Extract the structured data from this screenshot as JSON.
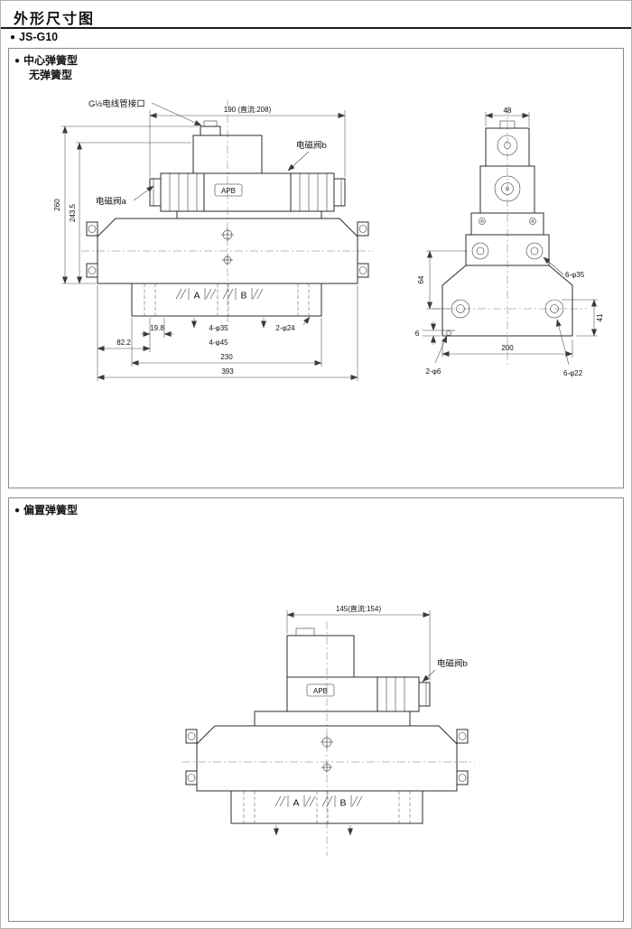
{
  "page": {
    "title": "外形尺寸图",
    "model": "JS-G10",
    "bullet": "●"
  },
  "s1": {
    "label1": "中心弹簧型",
    "label2": "无弹簧型",
    "front": {
      "conduit_label": "G½电线管接口",
      "dim_width": "190 (直流:208)",
      "solenoid_a": "电磁阀a",
      "solenoid_b": "电磁阀b",
      "apb": "APB",
      "dim_260": "260",
      "dim_243_5": "243.5",
      "port_a": "A",
      "port_b": "B",
      "dim_19_8": "19.8",
      "dim_4x35": "4-φ35",
      "dim_82_2": "82.2",
      "dim_4x45": "4-φ45",
      "dim_2x24": "2-φ24",
      "dim_230": "230",
      "dim_393": "393"
    },
    "side": {
      "dim_48": "48",
      "dim_6x35": "6-φ35",
      "dim_64": "64",
      "dim_6": "6",
      "dim_41": "41",
      "dim_2x6": "2-φ6",
      "dim_200": "200",
      "dim_6x22": "6-φ22"
    }
  },
  "s2": {
    "label": "偏置弹簧型",
    "front": {
      "dim_width": "145(直流:154)",
      "solenoid_b": "电磁阀b",
      "apb": "APB",
      "port_a": "A",
      "port_b": "B"
    }
  }
}
